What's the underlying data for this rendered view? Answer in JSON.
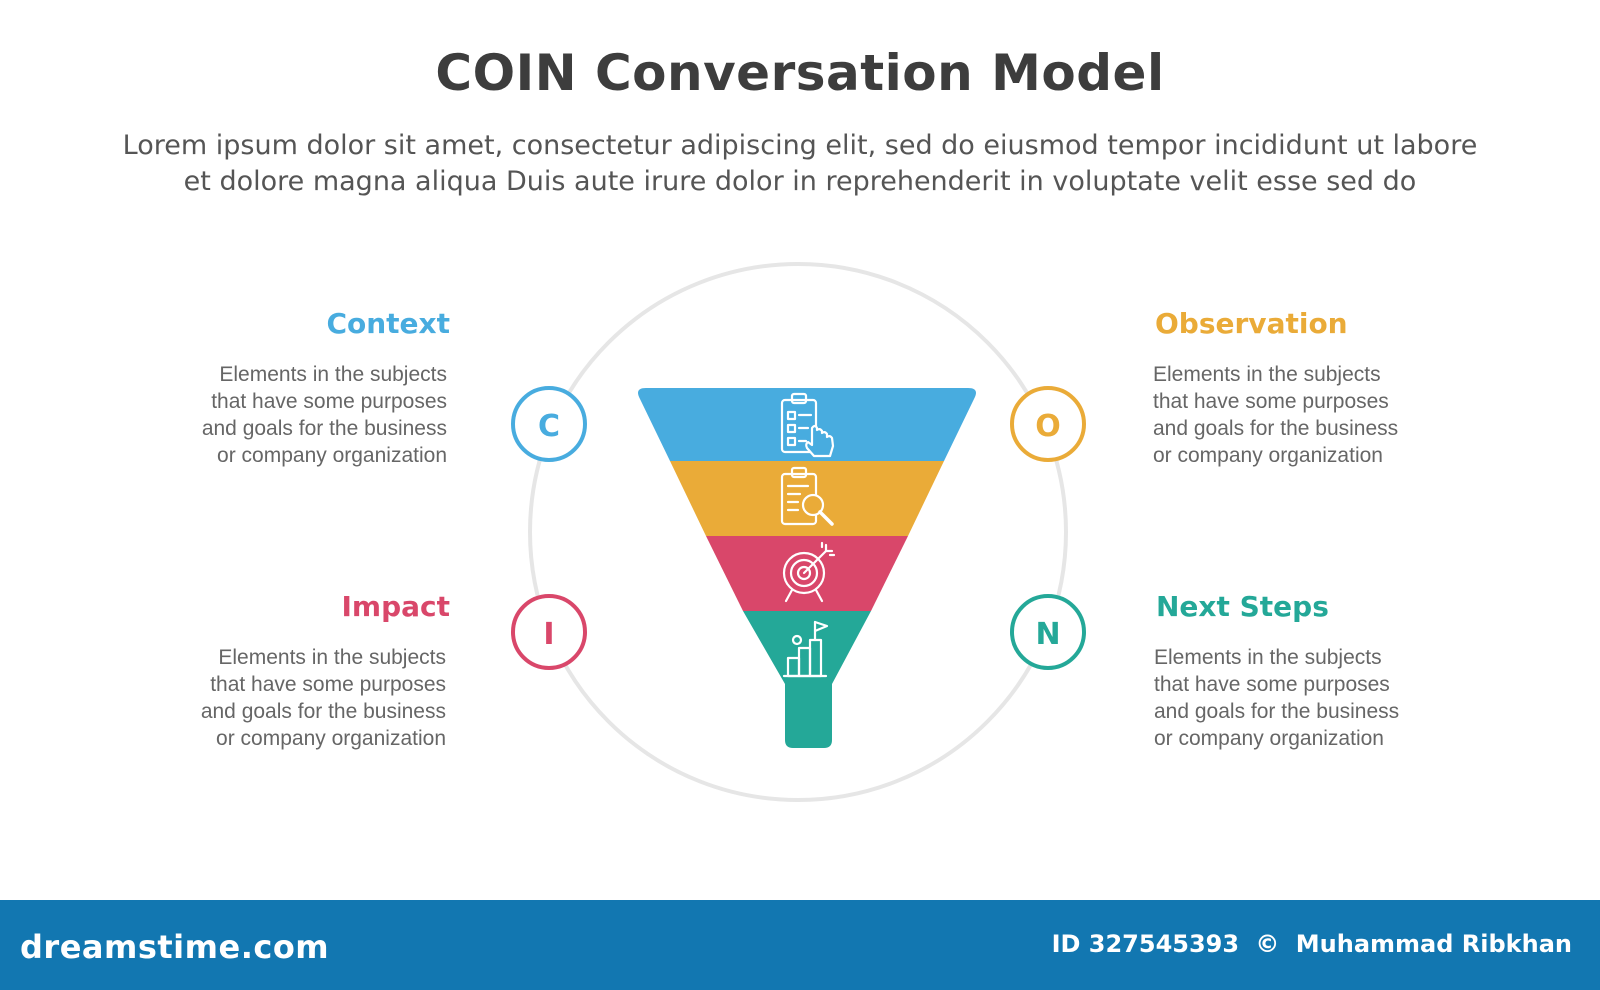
{
  "header": {
    "title": "COIN Conversation Model",
    "subtitle_lines": [
      "Lorem ipsum dolor sit amet, consectetur adipiscing elit, sed do eiusmod tempor incididunt ut labore",
      "et dolore magna aliqua Duis aute irure dolor in reprehenderit in voluptate velit esse sed do"
    ]
  },
  "items": [
    {
      "letter": "C",
      "heading": "Context",
      "color": "#48acdf",
      "icon": "clipboard-checklist-click-icon",
      "desc_lines": [
        "Elements in the subjects",
        "that have some purposes",
        "and goals for the  business",
        "or company organization"
      ]
    },
    {
      "letter": "O",
      "heading": "Observation",
      "color": "#eaab38",
      "icon": "clipboard-magnifier-icon",
      "desc_lines": [
        "Elements in the subjects",
        "that have some purposes",
        "and goals for the  business",
        "or company organization"
      ]
    },
    {
      "letter": "I",
      "heading": "Impact",
      "color": "#d9476a",
      "icon": "target-arrow-icon",
      "desc_lines": [
        "Elements in the subjects",
        "that have some purposes",
        "and goals for the  business",
        "or company organization"
      ]
    },
    {
      "letter": "N",
      "heading": "Next Steps",
      "color": "#24a898",
      "icon": "growth-bars-flag-icon",
      "desc_lines": [
        "Elements in the subjects",
        "that have some purposes",
        "and goals for the  business",
        "or company organization"
      ]
    }
  ],
  "colors": {
    "ring": "#e6e6e6",
    "footer": "#1277b1"
  },
  "footer": {
    "logo": "dreamstime.com",
    "id_label": "ID 327545393",
    "copyright": "©",
    "author": "Muhammad Ribkhan"
  }
}
